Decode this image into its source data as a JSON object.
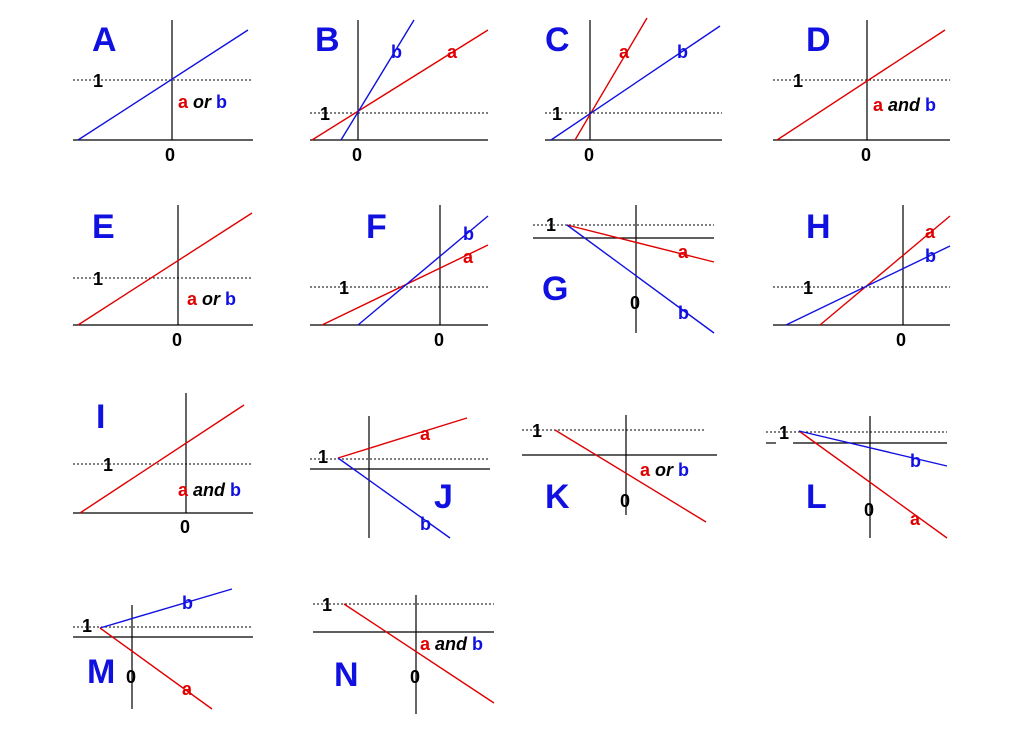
{
  "colors": {
    "a": "#e00000",
    "b": "#1010e0",
    "axis": "#000000"
  },
  "common": {
    "zero": "0",
    "one": "1",
    "a": "a",
    "b": "b",
    "or": "or",
    "and": "and"
  },
  "panels": [
    {
      "id": "A",
      "lines": "single",
      "conj": "or",
      "caption_order": "a-conj-b"
    },
    {
      "id": "B",
      "lines": "two-crossing-at-y1"
    },
    {
      "id": "C",
      "lines": "two-crossing-at-y1"
    },
    {
      "id": "D",
      "lines": "single",
      "conj": "and",
      "caption_order": "a-conj-b"
    },
    {
      "id": "E",
      "lines": "single",
      "conj": "or",
      "caption_order": "a-conj-b"
    },
    {
      "id": "F",
      "lines": "two-crossing-at-y1"
    },
    {
      "id": "G",
      "lines": "two-decreasing-from-y1"
    },
    {
      "id": "H",
      "lines": "two-crossing-at-y1"
    },
    {
      "id": "I",
      "lines": "single",
      "conj": "and",
      "caption_order": "a-conj-b"
    },
    {
      "id": "J",
      "lines": "two-diverging-from-y1"
    },
    {
      "id": "K",
      "lines": "single-decreasing",
      "conj": "or",
      "caption_order": "a-conj-b"
    },
    {
      "id": "L",
      "lines": "two-decreasing-from-y1"
    },
    {
      "id": "M",
      "lines": "two-diverging-from-y1"
    },
    {
      "id": "N",
      "lines": "single-decreasing",
      "conj": "and",
      "caption_order": "a-conj-b"
    }
  ]
}
